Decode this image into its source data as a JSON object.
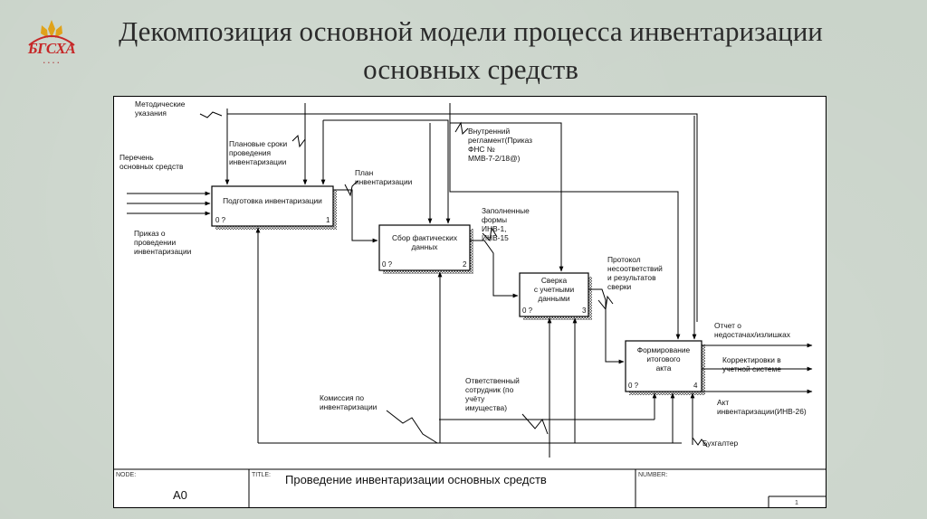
{
  "logo": {
    "text": "БГСХА"
  },
  "title": "Декомпозиция основной модели процесса инвентаризации основных средств",
  "boxes": [
    {
      "label": [
        "Подготовка инвентаризации"
      ],
      "cost": "0 ?",
      "number": "1"
    },
    {
      "label": [
        "Сбор фактических",
        "данных"
      ],
      "cost": "0 ?",
      "number": "2"
    },
    {
      "label": [
        "Сверка",
        "с учетными",
        "данными"
      ],
      "cost": "0 ?",
      "number": "3"
    },
    {
      "label": [
        "Формирование",
        "итогового",
        "акта"
      ],
      "cost": "0 ?",
      "number": "4"
    }
  ],
  "arrow_labels": {
    "metod": [
      "Методические",
      "указания"
    ],
    "perechen": [
      "Перечень",
      "основных средств"
    ],
    "prikaz": [
      "Приказ о",
      "проведении",
      "инвентаризации"
    ],
    "sroki": [
      "Плановые сроки",
      "проведения",
      "инвентаризации"
    ],
    "plan": [
      "План",
      "инвентаризации"
    ],
    "reglament": [
      "Внутренний",
      "регламент(Приказ",
      "ФНС №",
      "ММВ-7-2/18@)"
    ],
    "formy": [
      "Заполненные",
      "формы",
      "ИНВ-1,",
      "ИНВ-15"
    ],
    "protokol": [
      "Протокол",
      "несоответствий",
      "и результатов",
      "сверки"
    ],
    "otchet": [
      "Отчет о",
      "недостачах/излишках"
    ],
    "korrekt": [
      "Корректировки в",
      "учетной системе"
    ],
    "akt": [
      "Акт",
      "инвентаризации(ИНВ-26)"
    ],
    "otvetstv": [
      "Ответственный",
      "сотрудник (по",
      "учёту",
      "имущества)"
    ],
    "komissia": [
      "Комиссия по",
      "инвентаризации"
    ],
    "buhg": [
      "Бухгалтер"
    ]
  },
  "footer": {
    "node_label": "NODE:",
    "node_value": "A0",
    "title_label": "TITLE:",
    "title_value": "Проведение инвентаризации основных средств",
    "number_label": "NUMBER:",
    "page": "1"
  }
}
